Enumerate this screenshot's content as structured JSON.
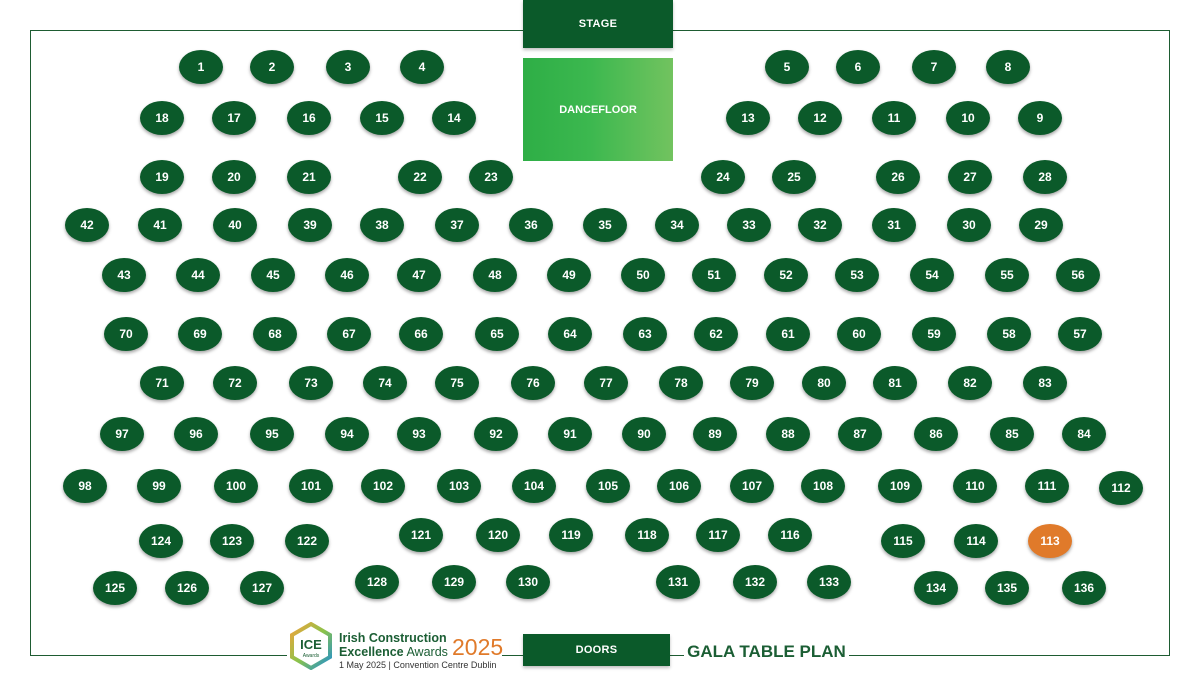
{
  "stage_label": "STAGE",
  "dancefloor_label": "DANCEFLOOR",
  "doors_label": "DOORS",
  "plan_title": "GALA TABLE PLAN",
  "logo": {
    "badge_text": "ICE",
    "badge_sub": "Awards",
    "line1": "Irish Construction",
    "line2a": "Excellence",
    "line2b": "Awards",
    "year": "2025",
    "line3": "1 May 2025 | Convention Centre Dublin"
  },
  "colors": {
    "table": "#0b5a2a",
    "highlight": "#e07a2a",
    "dancefloor_from": "#2eae46",
    "dancefloor_to": "#72c35f",
    "text_green": "#1b5e34"
  },
  "highlighted_table": "113",
  "tables": [
    "1",
    "2",
    "3",
    "4",
    "5",
    "6",
    "7",
    "8",
    "18",
    "17",
    "16",
    "15",
    "14",
    "13",
    "12",
    "11",
    "10",
    "9",
    "19",
    "20",
    "21",
    "22",
    "23",
    "24",
    "25",
    "26",
    "27",
    "28",
    "42",
    "41",
    "40",
    "39",
    "38",
    "37",
    "36",
    "35",
    "34",
    "33",
    "32",
    "31",
    "30",
    "29",
    "43",
    "44",
    "45",
    "46",
    "47",
    "48",
    "49",
    "50",
    "51",
    "52",
    "53",
    "54",
    "55",
    "56",
    "70",
    "69",
    "68",
    "67",
    "66",
    "65",
    "64",
    "63",
    "62",
    "61",
    "60",
    "59",
    "58",
    "57",
    "71",
    "72",
    "73",
    "74",
    "75",
    "76",
    "77",
    "78",
    "79",
    "80",
    "81",
    "82",
    "83",
    "97",
    "96",
    "95",
    "94",
    "93",
    "92",
    "91",
    "90",
    "89",
    "88",
    "87",
    "86",
    "85",
    "84",
    "98",
    "99",
    "100",
    "101",
    "102",
    "103",
    "104",
    "105",
    "106",
    "107",
    "108",
    "109",
    "110",
    "111",
    "112",
    "124",
    "123",
    "122",
    "121",
    "120",
    "119",
    "118",
    "117",
    "116",
    "115",
    "114",
    "113",
    "125",
    "126",
    "127",
    "128",
    "129",
    "130",
    "131",
    "132",
    "133",
    "134",
    "135",
    "136"
  ]
}
